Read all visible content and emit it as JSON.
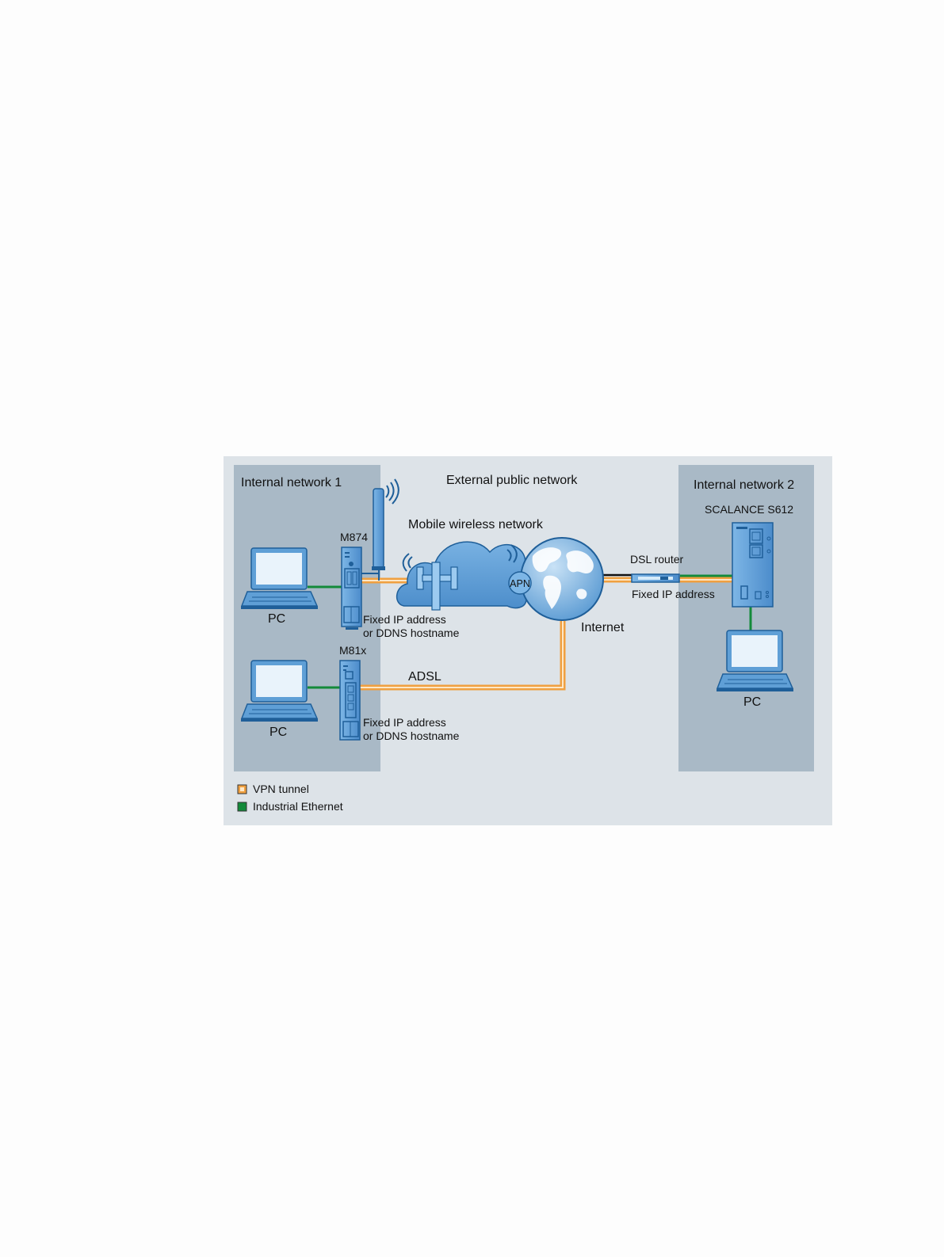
{
  "labels": {
    "internal_network_1": "Internal network 1",
    "external_public_network": "External public network",
    "internal_network_2": "Internal network 2",
    "scalance": "SCALANCE S612",
    "mobile_wireless_network": "Mobile wireless network",
    "m874": "M874",
    "m81x": "M81x",
    "pc": "PC",
    "dsl_router": "DSL router",
    "fixed_ip_right": "Fixed IP address",
    "fixed_ip_left": "Fixed IP address",
    "ddns_hostname": "or DDNS hostname",
    "internet": "Internet",
    "adsl": "ADSL",
    "apn": "APN"
  },
  "legend": {
    "items": [
      {
        "label": "VPN tunnel",
        "color": "#f0a040"
      },
      {
        "label": "Industrial Ethernet",
        "color": "#138a3a"
      }
    ]
  },
  "colors": {
    "outer_panel": "#dde3e8",
    "network_panel": "#a9b9c6",
    "device_blue": "#5f9fd6",
    "device_stroke": "#1f5f99",
    "vpn": "#f0a040",
    "ethernet": "#138a3a"
  }
}
